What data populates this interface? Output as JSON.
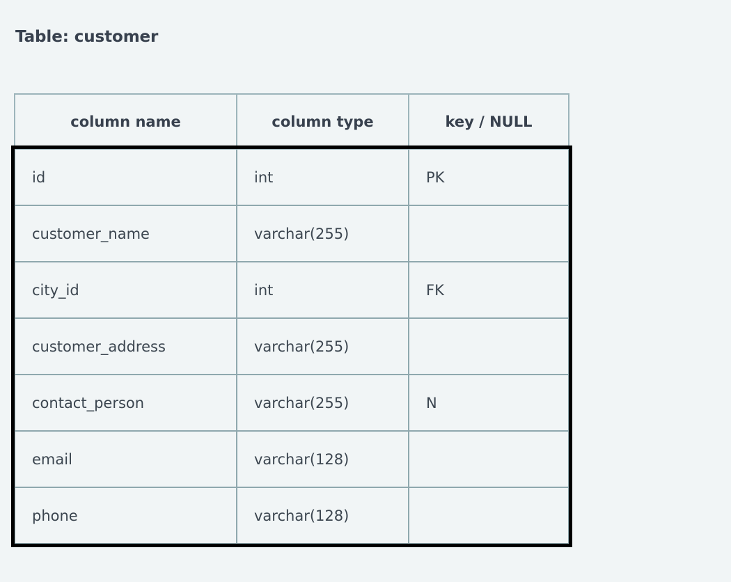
{
  "page": {
    "title": "Table: customer",
    "background_color": "#f1f5f6",
    "text_color": "#38414e",
    "grid_line_color": "#8fa8ae",
    "body_outline_color": "#000000"
  },
  "table": {
    "name": "customer",
    "headers": [
      "column name",
      "column type",
      "key / NULL"
    ],
    "rows": [
      {
        "column_name": "id",
        "column_type": "int",
        "key_null": "PK"
      },
      {
        "column_name": "customer_name",
        "column_type": "varchar(255)",
        "key_null": ""
      },
      {
        "column_name": "city_id",
        "column_type": "int",
        "key_null": "FK"
      },
      {
        "column_name": "customer_address",
        "column_type": "varchar(255)",
        "key_null": ""
      },
      {
        "column_name": "contact_person",
        "column_type": "varchar(255)",
        "key_null": "N"
      },
      {
        "column_name": "email",
        "column_type": "varchar(128)",
        "key_null": ""
      },
      {
        "column_name": "phone",
        "column_type": "varchar(128)",
        "key_null": ""
      }
    ]
  }
}
